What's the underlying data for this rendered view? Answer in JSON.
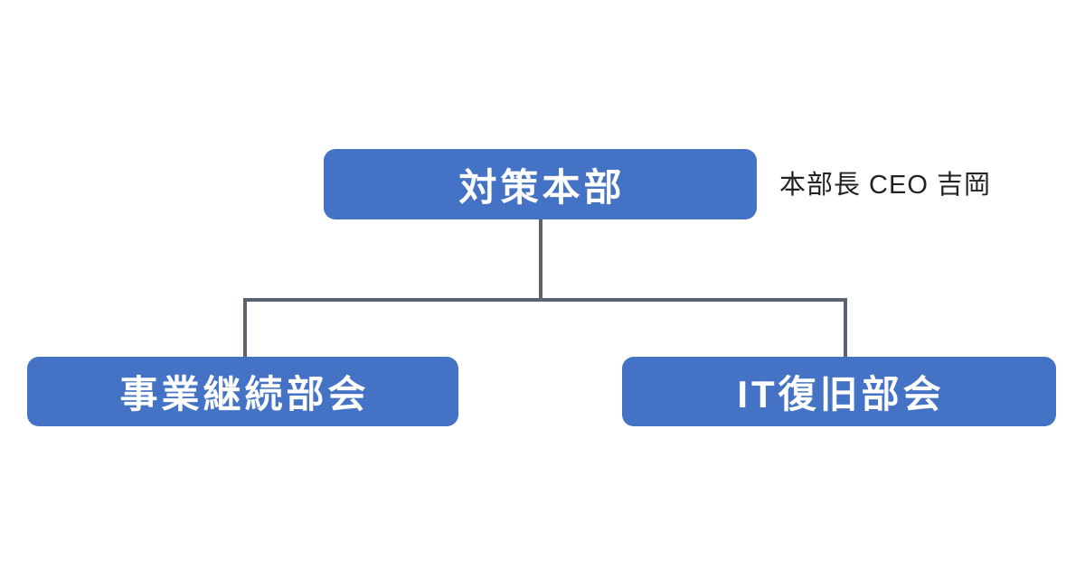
{
  "org_chart": {
    "type": "tree",
    "root": {
      "label": "対策本部"
    },
    "root_annotation": "本部長 CEO 吉岡",
    "children": [
      {
        "label": "事業継続部会"
      },
      {
        "label": "IT復旧部会"
      }
    ],
    "colors": {
      "node_fill": "#4472C4",
      "node_text": "#FFFFFF",
      "connector": "#5B6370",
      "annotation_text": "#222222",
      "background": "#FFFFFF"
    }
  }
}
